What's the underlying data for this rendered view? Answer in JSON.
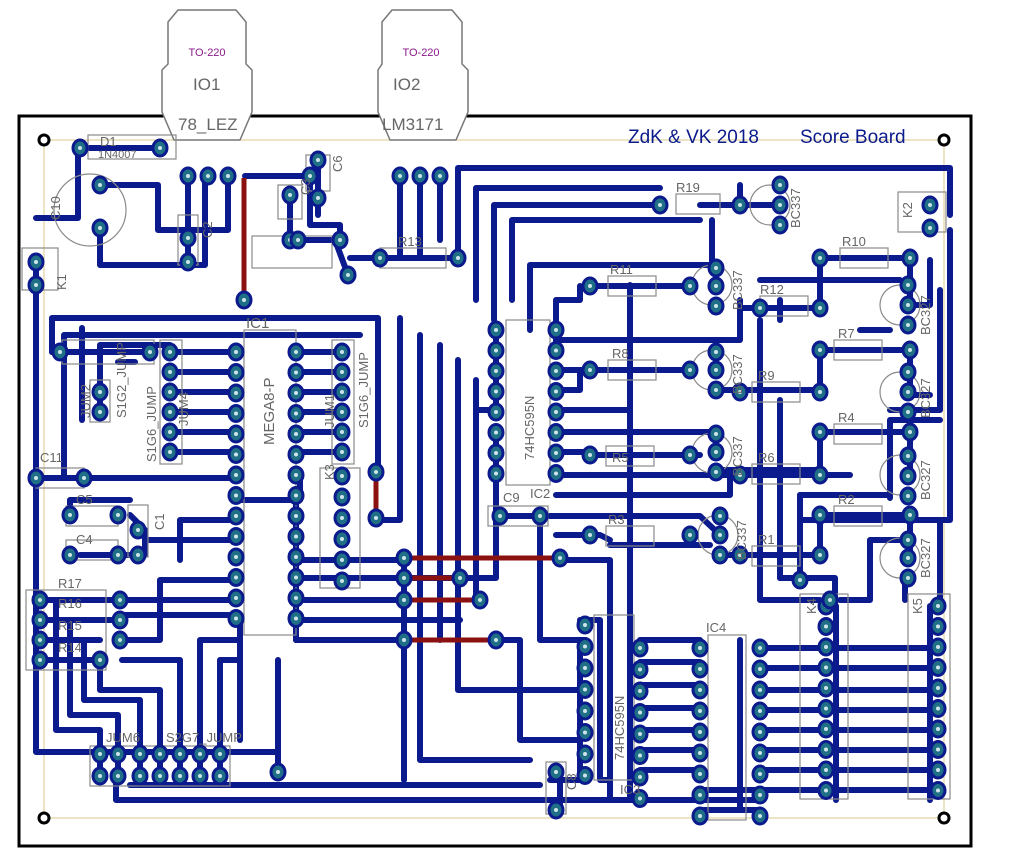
{
  "board": {
    "title": "Score Board",
    "credit": "ZdK & VK 2018"
  },
  "colors": {
    "trace": "#0b1a8c",
    "jumper": "#8b1010",
    "pad": "#1f6f86",
    "outline": "#8a8a8a",
    "label": "#666666",
    "pkg_label": "#8a1a8a",
    "title": "#0b1a8c"
  },
  "regulators": [
    {
      "package": "TO-220",
      "ref": "IO1",
      "value": "78_LEZ"
    },
    {
      "package": "TO-220",
      "ref": "IO2",
      "value": "LM3171"
    }
  ],
  "components": {
    "d1": "D1",
    "d1_value": "1N4007",
    "c10": "C10",
    "k1": "K1",
    "k2": "K2",
    "c2": "C2",
    "c3": "C3",
    "c6": "C6",
    "c8": "C8",
    "c9": "C9",
    "c11": "C11",
    "c1": "C1",
    "c4": "C4",
    "c5": "C5",
    "r13": "R13",
    "r19": "R19",
    "r11": "R11",
    "r12": "R12",
    "r10": "R10",
    "r8": "R8",
    "r9": "R9",
    "r7": "R7",
    "r5": "R5",
    "r6": "R6",
    "r4": "R4",
    "r3": "R3",
    "r1": "R1",
    "r2": "R2",
    "r17": "R17",
    "r16": "R16",
    "r15": "R15",
    "r14": "R14",
    "ic1": "IC1",
    "ic1_value": "MEGA8-P",
    "ic2": "IC2",
    "ic2_value": "74HC595N",
    "ic3": "IC3",
    "ic3_value": "74HC595N",
    "ic4": "IC4",
    "k3": "K3",
    "k4": "K4",
    "k5": "K5",
    "jum1": "JUM1",
    "jum1_value": "S1G6_JUMP",
    "jum2": "JUM2",
    "jum2_value": "S1G2_JUMP",
    "jum4": "JUM4",
    "jum4_value": "S1G6_JUMP",
    "jum6": "JUM6",
    "jum6_value": "S2G7_JUMP",
    "bc337": "BC337",
    "bc327": "BC327"
  }
}
